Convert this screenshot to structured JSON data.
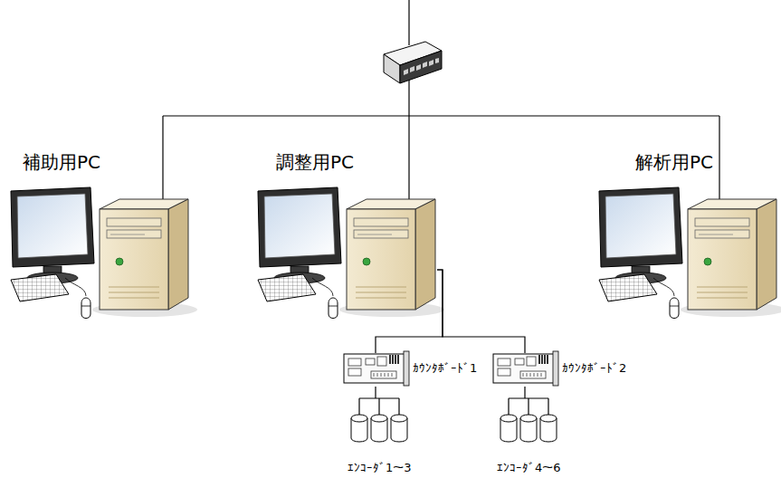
{
  "diagram": {
    "nodes": [
      {
        "text": [
          "補助用PC"
        ]
      },
      {
        "text": [
          "調整用PC"
        ]
      },
      {
        "text": [
          "解析用PC"
        ]
      },
      {
        "text": [
          "ｶｳﾝﾀﾎﾞｰﾄﾞ1"
        ]
      },
      {
        "text": [
          "ｶｳﾝﾀﾎﾞｰﾄﾞ2"
        ]
      },
      {
        "text": [
          "ｴﾝｺｰﾀﾞ1～3"
        ]
      },
      {
        "text": [
          "ｴﾝｺｰﾀﾞ4～6"
        ]
      }
    ],
    "edges": [
      {
        "from": 1,
        "to": 3,
        "arrow": "none"
      },
      {
        "from": 1,
        "to": 4,
        "arrow": "none"
      },
      {
        "from": 3,
        "to": 5,
        "arrow": "none"
      },
      {
        "from": 4,
        "to": 6,
        "arrow": "none"
      }
    ]
  }
}
